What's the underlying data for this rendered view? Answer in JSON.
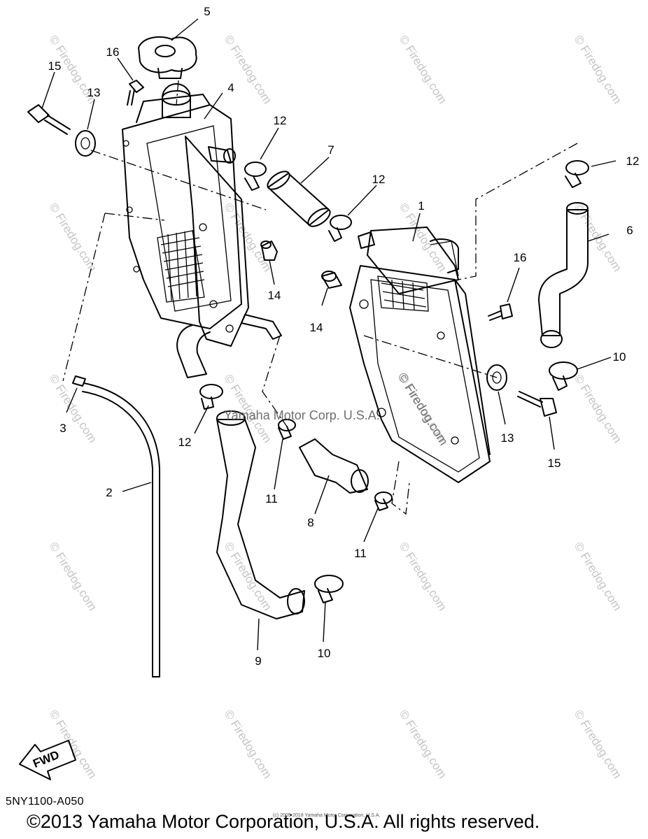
{
  "callouts": {
    "c1": "1",
    "c2": "2",
    "c3": "3",
    "c4": "4",
    "c5": "5",
    "c6": "6",
    "c7": "7",
    "c8": "8",
    "c9": "9",
    "c10a": "10",
    "c10b": "10",
    "c11a": "11",
    "c11b": "11",
    "c12a": "12",
    "c12b": "12",
    "c12c": "12",
    "c12d": "12",
    "c13a": "13",
    "c13b": "13",
    "c14a": "14",
    "c14b": "14",
    "c15a": "15",
    "c15b": "15",
    "c16a": "16",
    "c16b": "16"
  },
  "watermark_text": "© Firedog.com",
  "overlay_text": "Yamaha Motor Corp. U.S.A.",
  "small_notice": "(c) 2005-2018 Yamaha Motor Corporation, U.S.A.",
  "fwd_label": "FWD",
  "diagram_code": "5NY1100-A050",
  "copyright": "©2013 Yamaha Motor Corporation, U.S.A. All rights reserved."
}
